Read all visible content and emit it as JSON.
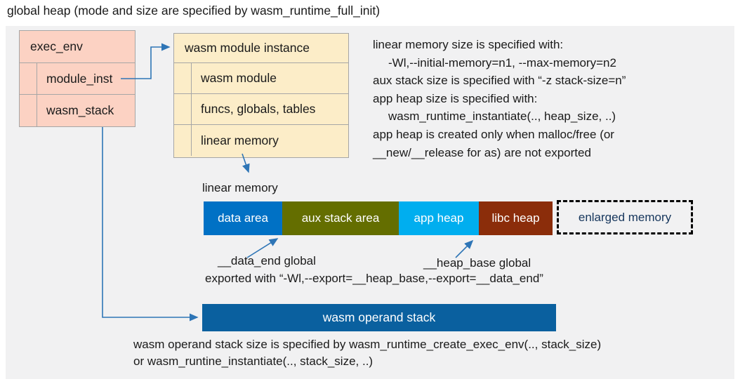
{
  "title": "global heap (mode and size are specified by wasm_runtime_full_init)",
  "boxes": {
    "exec_env": {
      "header": "exec_env",
      "rows": [
        "module_inst",
        "wasm_stack"
      ]
    },
    "module_instance": {
      "header": "wasm module instance",
      "rows": [
        "wasm module",
        "funcs, globals, tables",
        "linear memory"
      ]
    }
  },
  "notes_right": {
    "lines": [
      "linear memory size is specified with:",
      "-Wl,--initial-memory=n1, --max-memory=n2",
      "aux stack size is specified with “-z stack-size=n”",
      "app heap size is specified with:",
      "wasm_runtime_instantiate(.., heap_size, ..)",
      "app heap is created only when malloc/free (or",
      "__new/__release for as) are not exported"
    ]
  },
  "linear_memory": {
    "label": "linear memory",
    "segments": [
      {
        "label": "data area",
        "color": "#0071C5",
        "width": 112
      },
      {
        "label": "aux stack area",
        "color": "#646E00",
        "width": 166
      },
      {
        "label": "app heap",
        "color": "#00AEEF",
        "width": 114
      },
      {
        "label": "libc heap",
        "color": "#8B2D0A",
        "width": 105
      }
    ],
    "enlarged_box": {
      "label": "enlarged memory",
      "text_color": "#16365C"
    }
  },
  "annotations": {
    "data_end_label": "__data_end global",
    "heap_base_label": "__heap_base global",
    "exported_line": "exported with “-Wl,--export=__heap_base,--export=__data_end”"
  },
  "operand_stack": {
    "label": "wasm operand stack",
    "color": "#0A609F"
  },
  "notes_bottom": {
    "lines": [
      "wasm operand stack size is specified by wasm_runtime_create_exec_env(.., stack_size)",
      "or wasm_runtine_instantiate(.., stack_size, ..)"
    ]
  },
  "colors": {
    "panel_bg": "#F1F1F2",
    "box_pink": "#FCD2C3",
    "box_cream": "#FCEDC8",
    "box_border": "#A6A6A6",
    "connector": "#2E75B6",
    "navy": "#16365C",
    "stack_blue": "#0A609F",
    "text": "#1A1A1A"
  }
}
